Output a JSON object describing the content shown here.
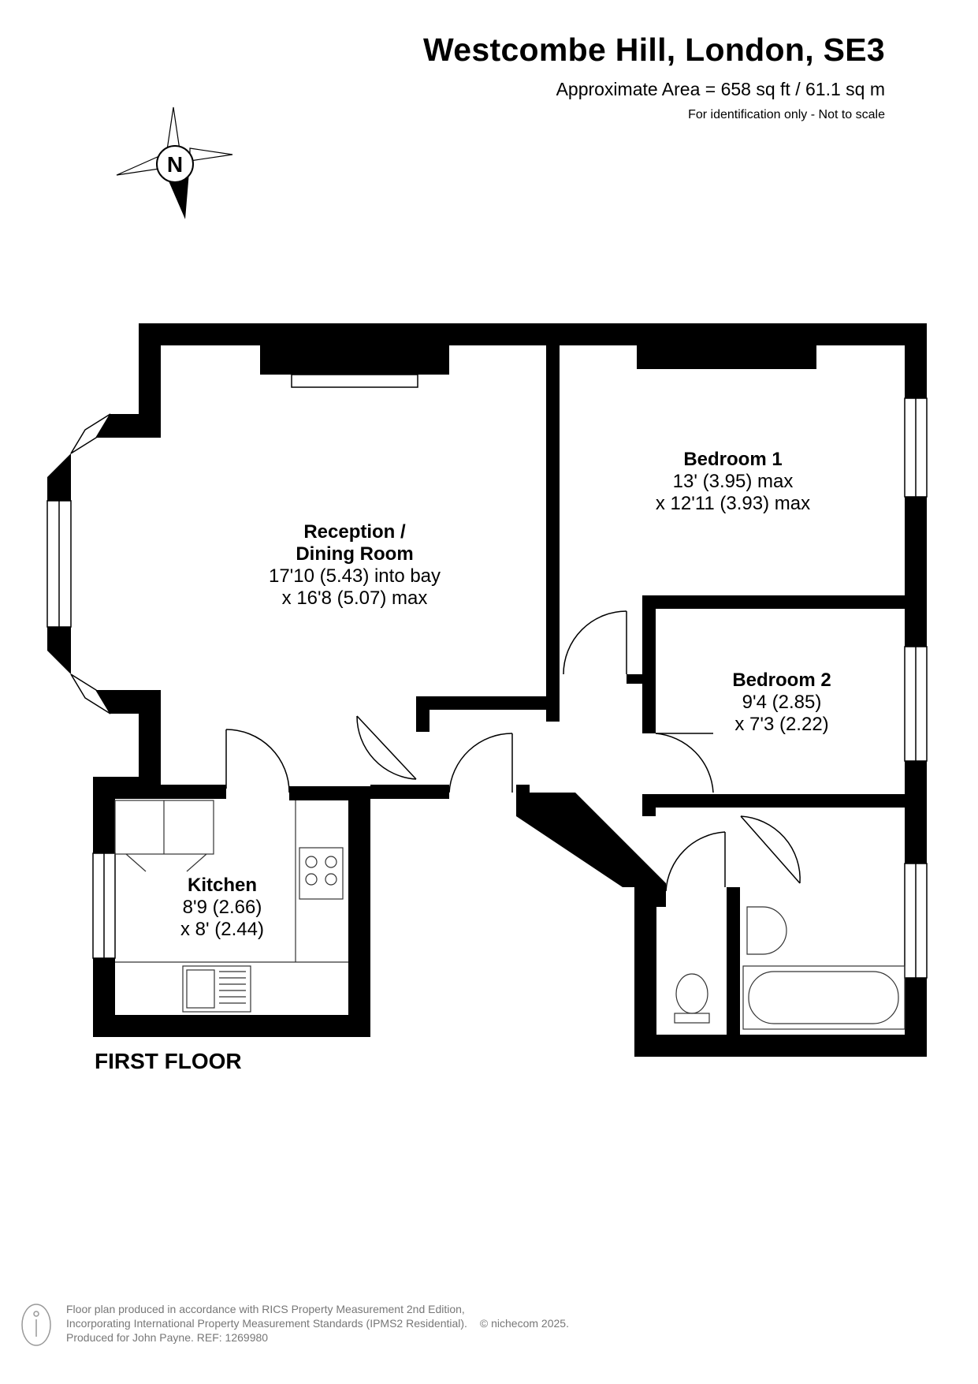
{
  "header": {
    "title": "Westcombe Hill, London, SE3",
    "area": "Approximate Area = 658 sq ft / 61.1 sq m",
    "note": "For identification only - Not to scale"
  },
  "compass": {
    "letter": "N"
  },
  "rooms": {
    "reception": {
      "name_line1": "Reception /",
      "name_line2": "Dining Room",
      "dim1": "17'10 (5.43) into bay",
      "dim2": "x 16'8 (5.07) max"
    },
    "bedroom1": {
      "name": "Bedroom 1",
      "dim1": "13' (3.95) max",
      "dim2": "x 12'11 (3.93) max"
    },
    "bedroom2": {
      "name": "Bedroom 2",
      "dim1": "9'4 (2.85)",
      "dim2": "x 7'3 (2.22)"
    },
    "kitchen": {
      "name": "Kitchen",
      "dim1": "8'9 (2.66)",
      "dim2": "x 8' (2.44)"
    }
  },
  "floor": {
    "name": "FIRST FLOOR"
  },
  "footer": {
    "line1": "Floor plan produced in accordance with RICS Property Measurement 2nd Edition,",
    "line2": "Incorporating International Property Measurement Standards (IPMS2 Residential).",
    "credit": "© nichecom 2025.",
    "line3": "Produced for John Payne.   REF: 1269980"
  },
  "colors": {
    "wall": "#000000",
    "fixture_stroke": "#333333",
    "footer_text": "#777777"
  }
}
